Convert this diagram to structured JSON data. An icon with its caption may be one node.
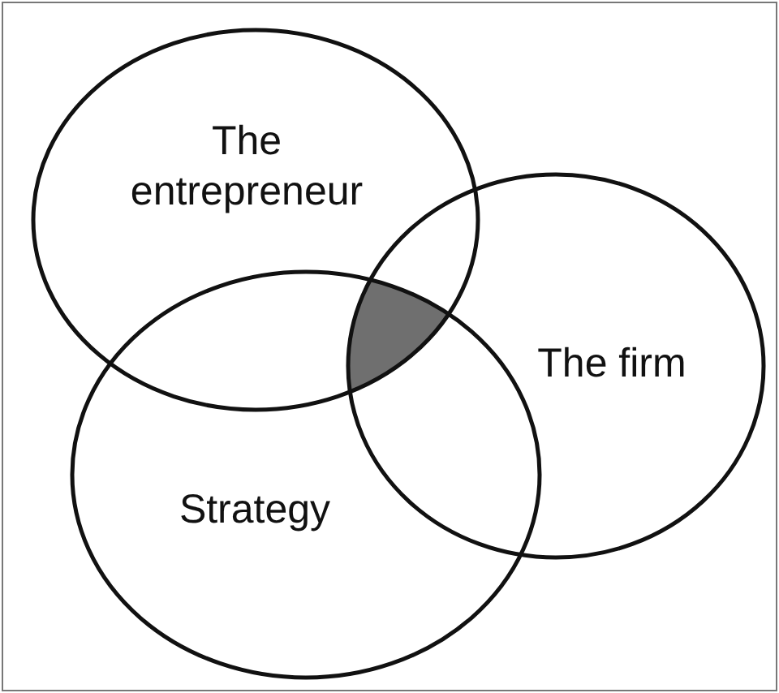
{
  "diagram": {
    "nodes": [
      {
        "text": [
          "The entrepreneur"
        ]
      },
      {
        "text": [
          "The firm"
        ]
      },
      {
        "text": [
          "Strategy"
        ]
      }
    ],
    "edges": []
  }
}
